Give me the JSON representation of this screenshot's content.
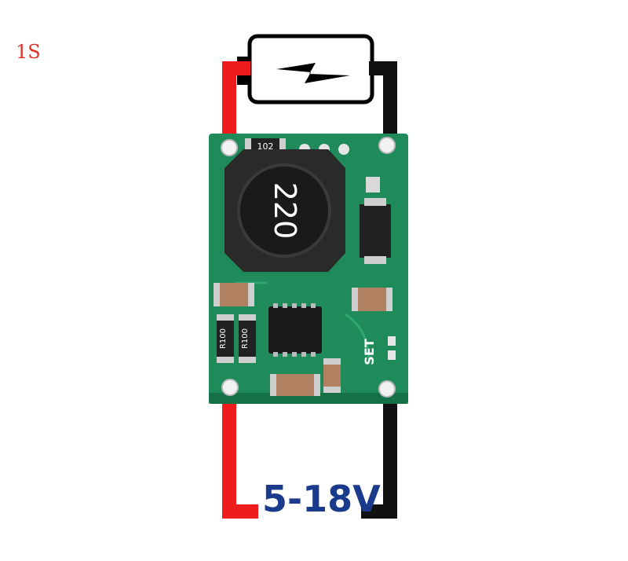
{
  "labels": {
    "cell_count": "1S",
    "output_voltage": "5-18V",
    "inductor_marking": "220",
    "smd_marking": "102",
    "resistor_marking_left": "R100",
    "resistor_marking_right": "R100",
    "set_label": "SET"
  },
  "colors": {
    "positive_wire": "#ee1c1c",
    "negative_wire": "#111111",
    "pcb": "#1f8a5a",
    "voltage_text": "#1a3b8c",
    "cell_label": "#e03428"
  },
  "icons": {
    "battery": "battery-icon",
    "charge_bolt": "lightning-bolt-icon"
  }
}
